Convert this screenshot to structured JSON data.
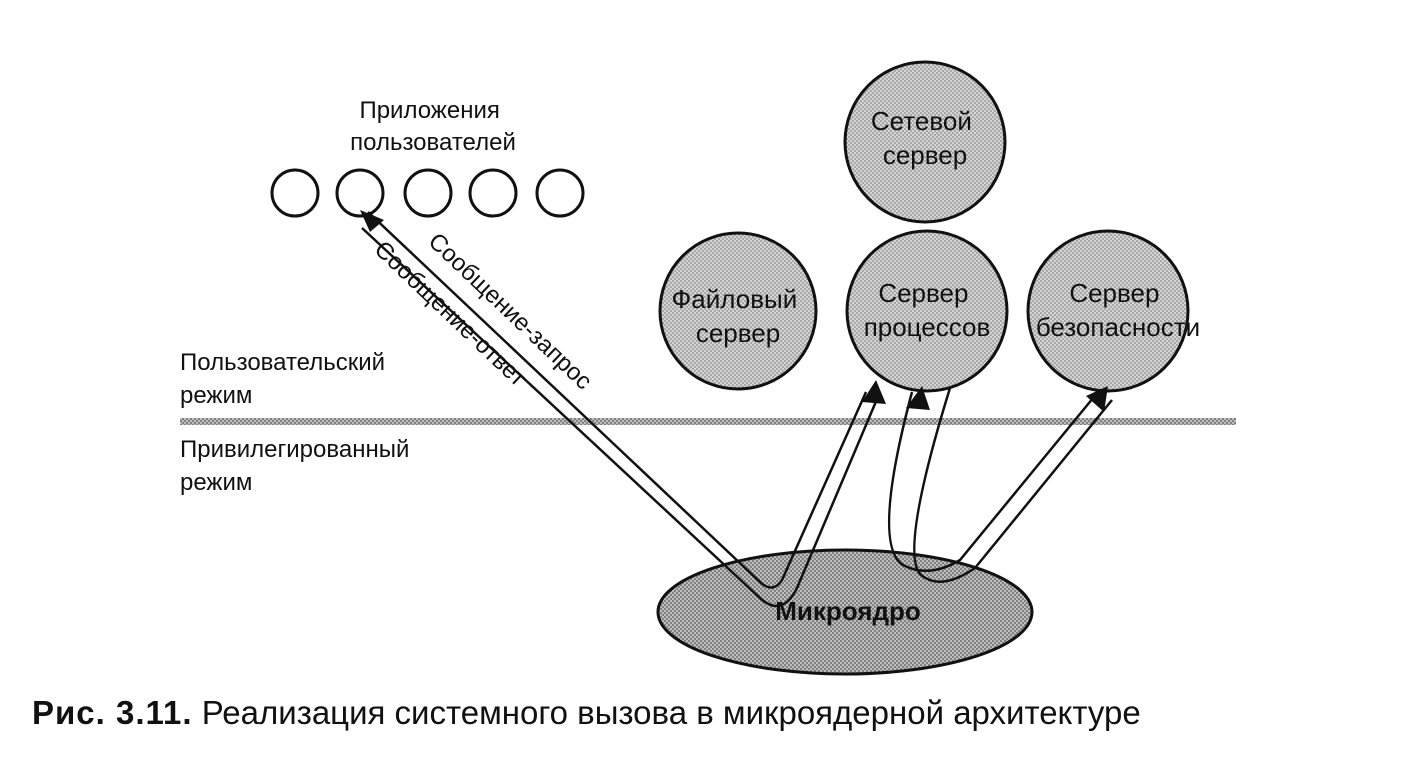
{
  "diagram": {
    "apps_label": [
      "Приложения",
      "пользователей"
    ],
    "user_mode": [
      "Пользовательский",
      "режим"
    ],
    "kernel_mode": [
      "Привилегированный",
      "режим"
    ],
    "servers": {
      "network": [
        "Сетевой",
        "сервер"
      ],
      "file": [
        "Файловый",
        "сервер"
      ],
      "process": [
        "Сервер",
        "процессов"
      ],
      "security": [
        "Сервер",
        "безопасности"
      ]
    },
    "kernel": "Микроядро",
    "msg_request": "Сообщение-запрос",
    "msg_reply": "Сообщение-ответ"
  },
  "caption": {
    "number": "Рис. 3.11.",
    "text": "Реализация системного вызова в микроядерной архитектуре"
  }
}
